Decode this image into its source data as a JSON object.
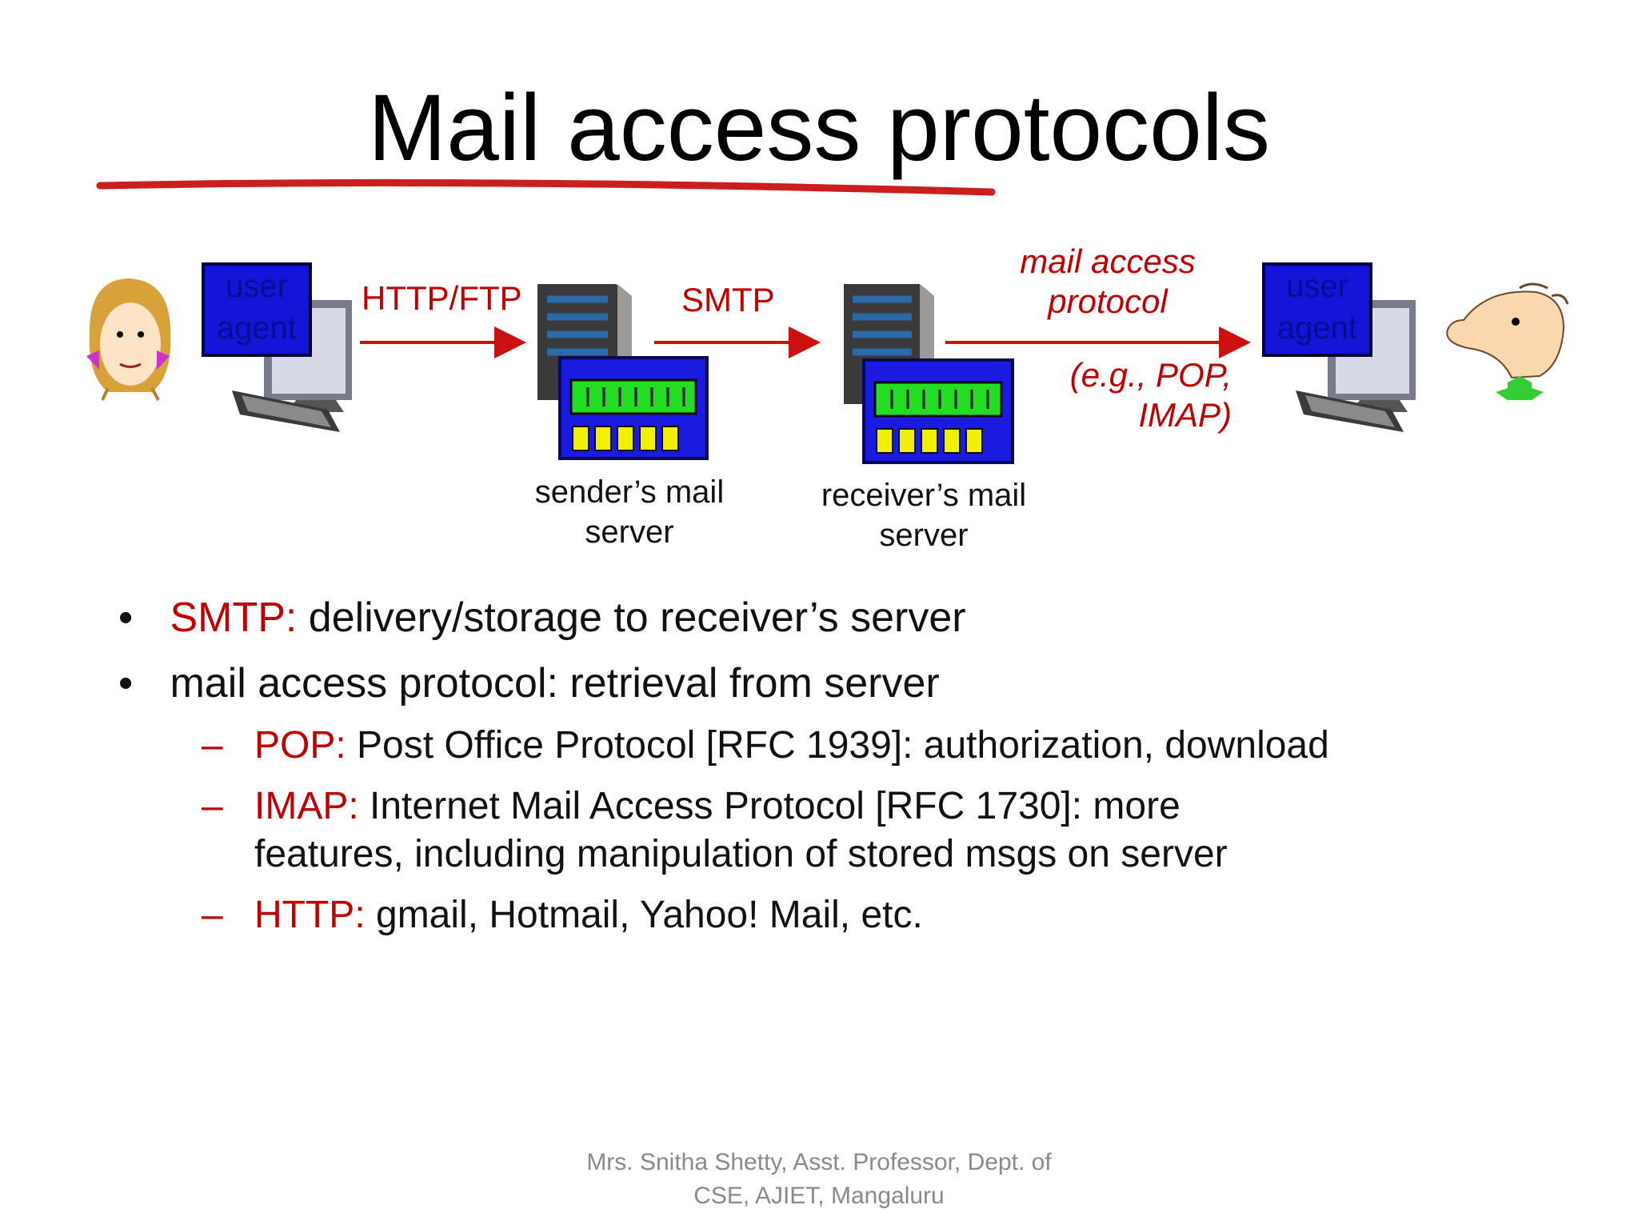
{
  "slide": {
    "title": "Mail access protocols"
  },
  "diagram": {
    "sender_agent": {
      "line1": "user",
      "line2": "agent"
    },
    "receiver_agent": {
      "line1": "user",
      "line2": "agent"
    },
    "arrow1_label": "HTTP/FTP",
    "arrow2_label": "SMTP",
    "arrow3_label_line1": "mail access",
    "arrow3_label_line2": "protocol",
    "arrow3_example_line1": "(e.g., POP,",
    "arrow3_example_line2": "IMAP)",
    "sender_server_caption_line1": "sender’s mail",
    "sender_server_caption_line2": "server",
    "receiver_server_caption_line1": "receiver’s mail",
    "receiver_server_caption_line2": "server"
  },
  "bullets": [
    {
      "prefix": "SMTP:",
      "text": " delivery/storage to receiver’s server"
    },
    {
      "prefix": "",
      "text": "mail access protocol: retrieval from server"
    }
  ],
  "sub_bullets": [
    {
      "prefix": "POP:",
      "text": " Post Office Protocol [RFC 1939]: authorization, download"
    },
    {
      "prefix": "IMAP:",
      "text": " Internet Mail Access Protocol [RFC 1730]: more",
      "continuation": "features, including manipulation of stored msgs on server"
    },
    {
      "prefix": "HTTP:",
      "text": " gmail, Hotmail, Yahoo! Mail, etc."
    }
  ],
  "footer": {
    "line1": "Mrs. Snitha Shetty, Asst. Professor, Dept. of",
    "line2": "CSE, AJIET, Mangaluru"
  },
  "colors": {
    "accent_red": "#c00000",
    "agent_blue": "#1414d8",
    "server_panel_blue": "#1a1ae0",
    "server_display_green": "#22dd22",
    "server_slot_yellow": "#f0f000"
  }
}
